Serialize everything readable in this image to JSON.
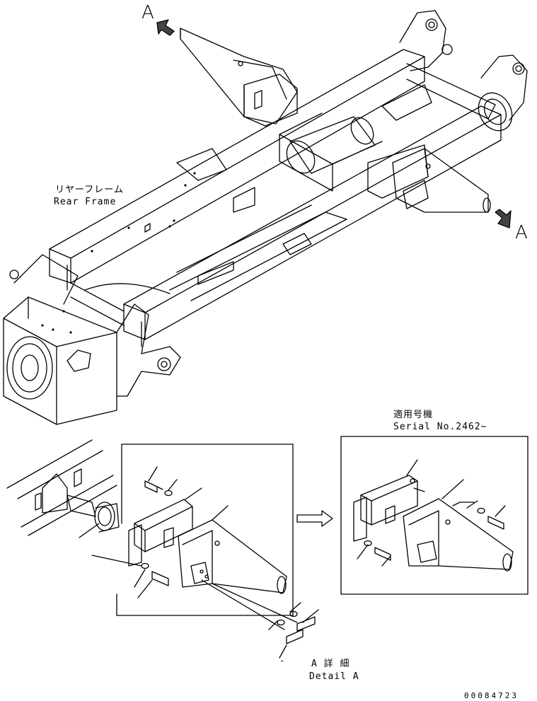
{
  "arrows": {
    "top_label": "A",
    "right_label": "A"
  },
  "frame_label": {
    "jp": "リヤーフレーム",
    "en": "Rear Frame"
  },
  "serial_box": {
    "jp": "適用号機",
    "en": "Serial No.2462∼"
  },
  "detail_label": {
    "dash": "-",
    "jp": "A 詳 細",
    "en": "Detail A"
  },
  "page_number": "00084723",
  "colors": {
    "line": "#000000",
    "background": "#ffffff"
  }
}
